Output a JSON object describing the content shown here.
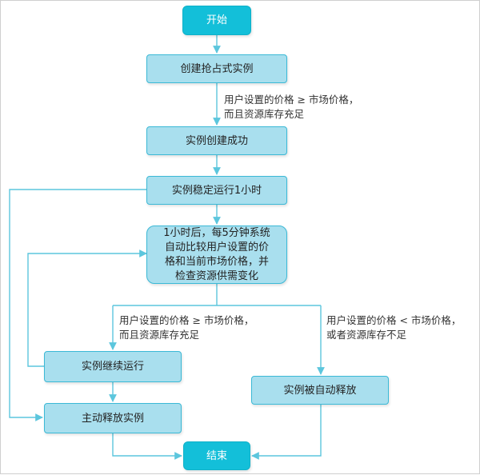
{
  "colors": {
    "edge": "#5cc6dd",
    "node_fill": "#a9dfee",
    "node_border": "#3bb9d6",
    "terminal_fill": "#13bfd9"
  },
  "nodes": {
    "start": "开始",
    "create": "创建抢占式实例",
    "created": "实例创建成功",
    "stable": "实例稳定运行1小时",
    "check": [
      "1小时后，每5分钟系统",
      "自动比较用户设置的价",
      "格和当前市场价格，并",
      "检查资源供需变化"
    ],
    "continue": "实例继续运行",
    "auto_release": "实例被自动释放",
    "manual_release": "主动释放实例",
    "end": "结束"
  },
  "conditions": {
    "create_ok": [
      "用户设置的价格 ≥ 市场价格，",
      "而且资源库存充足"
    ],
    "keep_running": [
      "用户设置的价格 ≥ 市场价格，",
      "而且资源库存充足"
    ],
    "release": [
      "用户设置的价格 < 市场价格，",
      "或者资源库存不足"
    ]
  }
}
